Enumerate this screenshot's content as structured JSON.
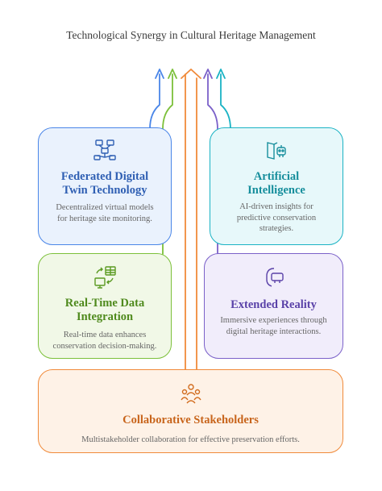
{
  "title": "Technological Synergy in Cultural Heritage Management",
  "colors": {
    "blue": "#4a86e8",
    "teal": "#1ab3c4",
    "green": "#7cc03a",
    "purple": "#7b61c9",
    "orange": "#f08a3a"
  },
  "cards": {
    "federated": {
      "title_line1": "Federated Digital",
      "title_line2": "Twin Technology",
      "desc_line1": "Decentralized virtual models",
      "desc_line2": "for heritage site monitoring.",
      "icon": "network-nodes-icon"
    },
    "ai": {
      "title_line1": "Artificial",
      "title_line2": "Intelligence",
      "desc_line1": "AI-driven insights for",
      "desc_line2": "predictive conservation",
      "desc_line3": "strategies.",
      "icon": "robot-book-icon"
    },
    "realtime": {
      "title_line1": "Real-Time Data",
      "title_line2": "Integration",
      "desc_line1": "Real-time data enhances",
      "desc_line2": "conservation decision-making.",
      "icon": "data-sync-icon"
    },
    "xr": {
      "title_line1": "Extended Reality",
      "desc_line1": "Immersive experiences through",
      "desc_line2": "digital heritage interactions.",
      "icon": "vr-headset-icon"
    },
    "collab": {
      "title_line1": "Collaborative Stakeholders",
      "desc_line1": "Multistakeholder collaboration for effective preservation efforts.",
      "icon": "people-group-icon"
    }
  }
}
